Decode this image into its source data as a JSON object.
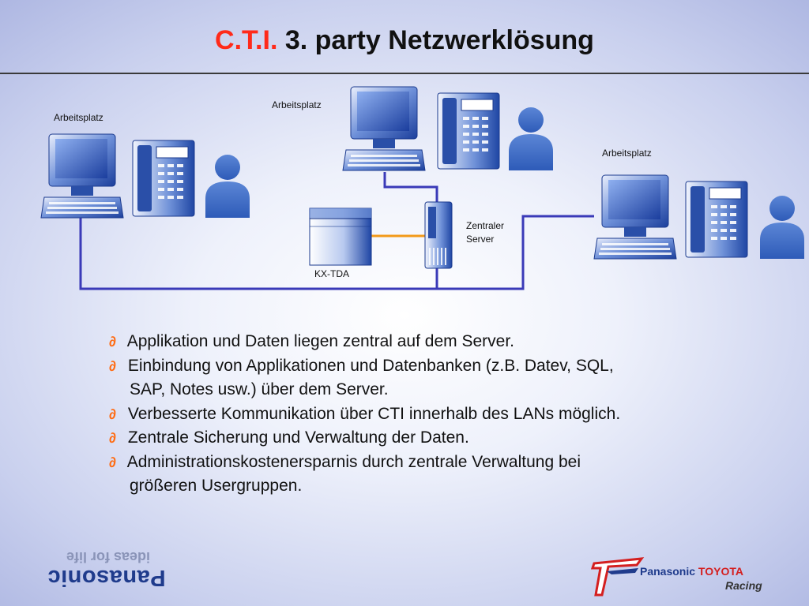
{
  "header": {
    "title_prefix": "C.T.I.",
    "title_main": "3. party Netzwerklösung"
  },
  "diagram": {
    "labels": {
      "workstation_left": "Arbeitsplatz",
      "workstation_top": "Arbeitsplatz",
      "workstation_right": "Arbeitsplatz",
      "server_line1": "Zentraler",
      "server_line2": "Server",
      "pbx": "KX-TDA"
    },
    "colors": {
      "network_line": "#3a3ab8",
      "pbx_link": "#f39a1a",
      "device_blue": "#2f5fbf",
      "person_blue": "#3d6ec9"
    }
  },
  "bullets": [
    {
      "text": "Applikation und Daten liegen zentral auf dem Server.",
      "continuation": ""
    },
    {
      "text": "Einbindung von Applikationen und Datenbanken (z.B. Datev, SQL,",
      "continuation": "SAP, Notes usw.) über dem Server."
    },
    {
      "text": "Verbesserte Kommunikation über CTI innerhalb des LANs möglich.",
      "continuation": ""
    },
    {
      "text": "Zentrale Sicherung und Verwaltung der Daten.",
      "continuation": ""
    },
    {
      "text": "Administrationskostenersparnis durch zentrale Verwaltung bei",
      "continuation": "größeren Usergruppen."
    }
  ],
  "bullet_symbol": "∂",
  "footer": {
    "panasonic": "Panasonic",
    "panasonic_tagline": "ideas for life",
    "racing_brand_1": "Panasonic",
    "racing_brand_2": "TOYOTA",
    "racing_sub": "Racing"
  }
}
